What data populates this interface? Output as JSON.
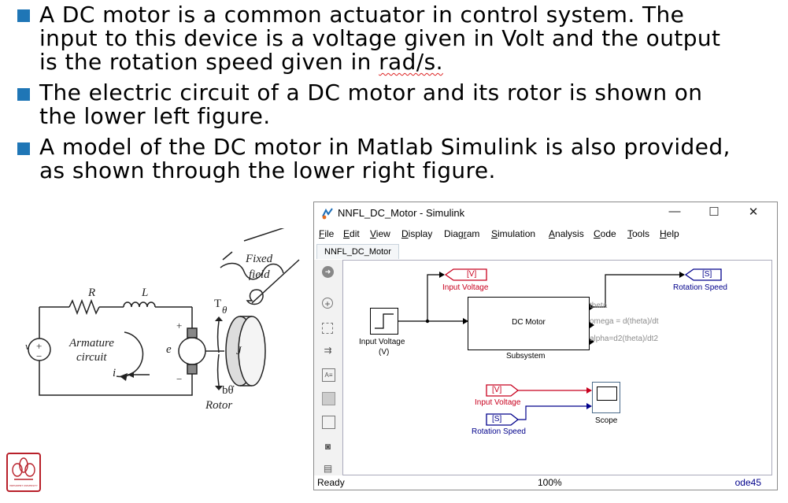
{
  "bullets": [
    {
      "lines": [
        "A DC motor is a common actuator in control system. The",
        "input to this device is a voltage given in Volt and the output",
        "is the rotation speed given in",
        "rad/s."
      ]
    },
    {
      "lines": [
        "The electric circuit of a DC motor and its rotor is shown on",
        "the lower left figure."
      ]
    },
    {
      "lines": [
        "A model of the DC motor in Matlab Simulink is also provided,",
        "as shown through the lower right figure."
      ]
    }
  ],
  "circuit": {
    "v": "v",
    "plus": "+",
    "minus": "−",
    "R": "R",
    "L": "L",
    "armature1": "Armature",
    "armature2": "circuit",
    "e": "e",
    "i": "i",
    "T": "T",
    "theta": "θ",
    "J": "J",
    "btheta": "bθ̇",
    "rotor": "Rotor",
    "fixed1": "Fixed",
    "fixed2": "field"
  },
  "logo": {
    "text": "PRESIDENT UNIVERSITY"
  },
  "simulink": {
    "title": "NNFL_DC_Motor - Simulink",
    "controls": {
      "min": "—",
      "max": "☐",
      "close": "✕"
    },
    "menu": [
      {
        "u": "F",
        "rest": "ile"
      },
      {
        "u": "E",
        "rest": "dit"
      },
      {
        "u": "V",
        "rest": "iew"
      },
      {
        "u": "D",
        "rest": "isplay"
      },
      {
        "pre": "Diag",
        "u": "r",
        "rest": "am"
      },
      {
        "u": "S",
        "rest": "imulation"
      },
      {
        "u": "A",
        "rest": "nalysis"
      },
      {
        "u": "C",
        "rest": "ode"
      },
      {
        "u": "T",
        "rest": "ools"
      },
      {
        "u": "H",
        "rest": "elp"
      }
    ],
    "tab": "NNFL_DC_Motor",
    "blocks": {
      "step_label1": "Input Voltage",
      "step_label2": "(V)",
      "goto_v": "[V]",
      "goto_v_label": "Input Voltage",
      "subsystem_name": "DC Motor",
      "subsystem_label": "Subsystem",
      "out_theta": "theta",
      "out_omega": "omega = d(theta)/dt",
      "out_alpha": "alpha=d2(theta)/dt2",
      "goto_s": "[S]",
      "goto_s_label": "Rotation Speed",
      "from_v": "[V]",
      "from_v_label": "Input Voltage",
      "from_s": "[S]",
      "from_s_label": "Rotation Speed",
      "scope_label": "Scope"
    },
    "status": {
      "left": "Ready",
      "center": "100%",
      "right": "ode45"
    }
  },
  "colors": {
    "bullet": "#1f76b6",
    "goto_red": "#c8001e",
    "goto_blue": "#00008b"
  }
}
